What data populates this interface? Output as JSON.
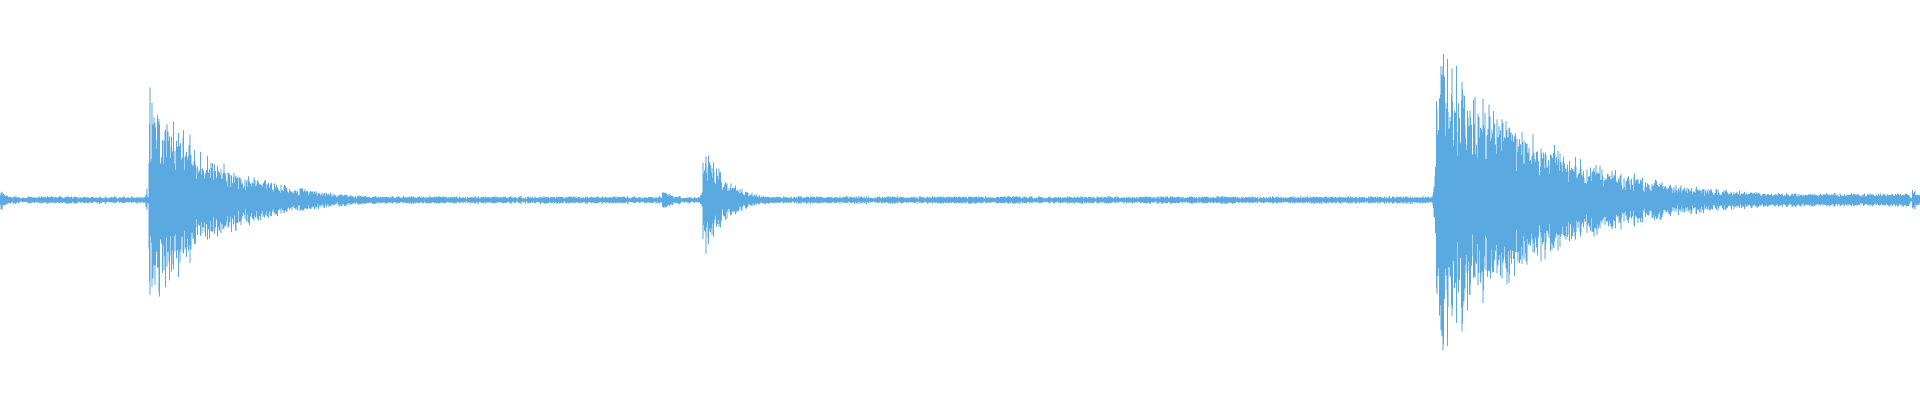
{
  "waveform": {
    "color": "#5aa9e0",
    "background": "#ffffff",
    "transients": [
      {
        "onset": 0.0,
        "peak": 0.07,
        "decay": 0.004
      },
      {
        "onset": 0.0775,
        "peak": 0.64,
        "decay": 0.035
      },
      {
        "onset": 0.345,
        "peak": 0.07,
        "decay": 0.006
      },
      {
        "onset": 0.366,
        "peak": 0.35,
        "decay": 0.012
      },
      {
        "onset": 0.748,
        "peak": 0.93,
        "decay": 0.055
      },
      {
        "onset": 0.996,
        "peak": 0.1,
        "decay": 0.003
      }
    ],
    "noise_floor": 0.018,
    "tail_noise": {
      "start": 0.85,
      "end": 0.995,
      "level": 0.035
    }
  }
}
